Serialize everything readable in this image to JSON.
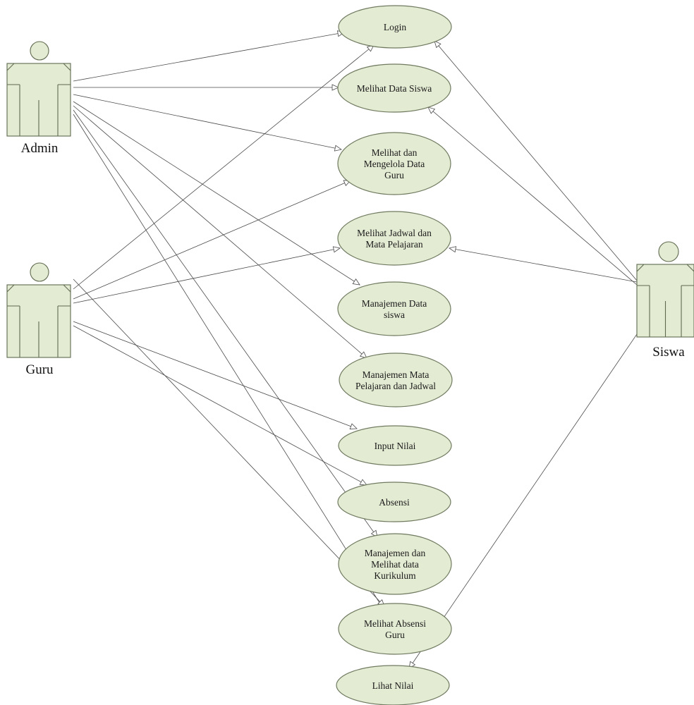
{
  "diagram": {
    "actors": [
      {
        "id": "admin",
        "name": "Admin"
      },
      {
        "id": "guru",
        "name": "Guru"
      },
      {
        "id": "siswa",
        "name": "Siswa"
      }
    ],
    "use_cases": [
      {
        "id": "login",
        "lines": [
          "Login"
        ]
      },
      {
        "id": "melihat-data-siswa",
        "lines": [
          "Melihat Data Siswa"
        ]
      },
      {
        "id": "melihat-mengelola-data-guru",
        "lines": [
          "Melihat dan",
          "Mengelola Data",
          "Guru"
        ]
      },
      {
        "id": "melihat-jadwal",
        "lines": [
          "Melihat Jadwal dan",
          "Mata Pelajaran"
        ]
      },
      {
        "id": "manajemen-data-siswa",
        "lines": [
          "Manajemen Data",
          "siswa"
        ]
      },
      {
        "id": "manajemen-mapel-jadwal",
        "lines": [
          "Manajemen Mata",
          "Pelajaran dan Jadwal"
        ]
      },
      {
        "id": "input-nilai",
        "lines": [
          "Input Nilai"
        ]
      },
      {
        "id": "absensi",
        "lines": [
          "Absensi"
        ]
      },
      {
        "id": "manajemen-kurikulum",
        "lines": [
          "Manajemen dan",
          "Melihat data",
          "Kurikulum"
        ]
      },
      {
        "id": "melihat-absensi-guru",
        "lines": [
          "Melihat Absensi",
          "Guru"
        ]
      },
      {
        "id": "lihat-nilai",
        "lines": [
          "Lihat Nilai"
        ]
      }
    ],
    "associations": [
      {
        "from": "admin",
        "to": "login"
      },
      {
        "from": "admin",
        "to": "melihat-data-siswa"
      },
      {
        "from": "admin",
        "to": "melihat-mengelola-data-guru"
      },
      {
        "from": "admin",
        "to": "manajemen-data-siswa"
      },
      {
        "from": "admin",
        "to": "manajemen-mapel-jadwal"
      },
      {
        "from": "admin",
        "to": "manajemen-kurikulum"
      },
      {
        "from": "admin",
        "to": "melihat-absensi-guru"
      },
      {
        "from": "guru",
        "to": "login"
      },
      {
        "from": "guru",
        "to": "melihat-mengelola-data-guru"
      },
      {
        "from": "guru",
        "to": "melihat-jadwal"
      },
      {
        "from": "guru",
        "to": "input-nilai"
      },
      {
        "from": "guru",
        "to": "absensi"
      },
      {
        "from": "guru",
        "to": "manajemen-kurikulum"
      },
      {
        "from": "siswa",
        "to": "login"
      },
      {
        "from": "siswa",
        "to": "melihat-data-siswa"
      },
      {
        "from": "siswa",
        "to": "melihat-jadwal"
      },
      {
        "from": "siswa",
        "to": "lihat-nilai"
      }
    ]
  }
}
